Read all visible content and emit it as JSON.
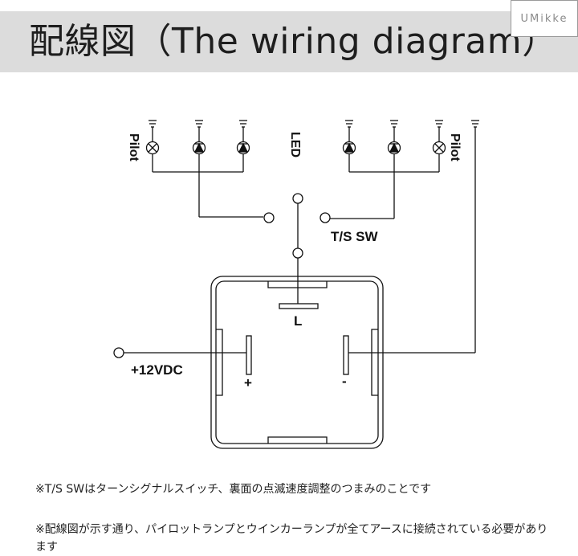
{
  "header": {
    "title": "配線図（The wiring diagram）"
  },
  "brand": {
    "name": "UMikke"
  },
  "diagram": {
    "labels": {
      "pilot_left": "Pilot",
      "led": "LED",
      "pilot_right": "Pilot",
      "ts_sw": "T/S SW",
      "l_terminal": "L",
      "power": "+12VDC",
      "plus": "+",
      "minus": "-"
    },
    "icons": {
      "ground": "ground-icon",
      "pilot_lamp": "lamp-x-icon",
      "led": "led-diode-icon"
    }
  },
  "notes": {
    "note1": "※T/S SWはターンシグナルスイッチ、裏面の点滅速度調整のつまみのことです",
    "note2": "※配線図が示す通り、パイロットランプとウインカーランプが全てアースに接続されている必要があります"
  }
}
